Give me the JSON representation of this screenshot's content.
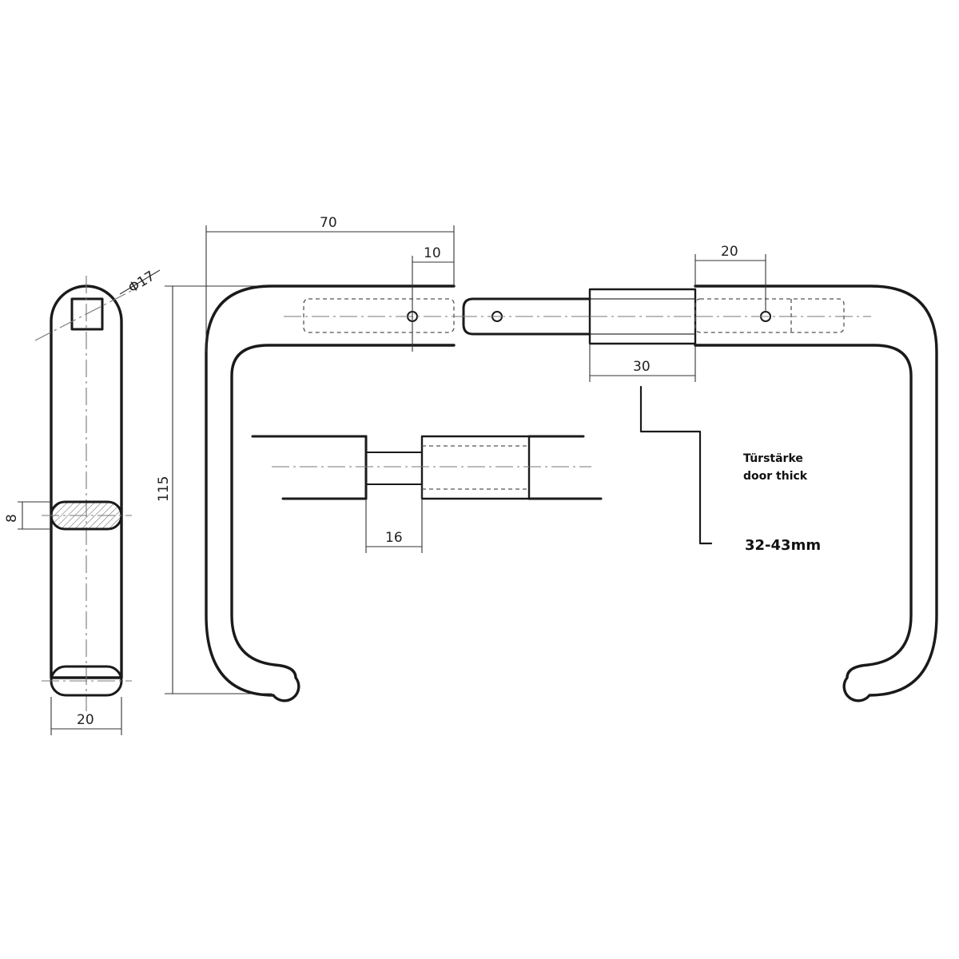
{
  "dimensions": {
    "length_70": "70",
    "offset_10": "10",
    "offset_20": "20",
    "sleeve_30": "30",
    "spindle_16": "16",
    "height_115": "115",
    "thickness_8": "8",
    "width_20": "20",
    "diameter_17": "Φ17"
  },
  "note": {
    "label_de": "Türstärke",
    "label_en": "door thick",
    "range": "32-43mm"
  },
  "colors": {
    "line": "#1a1a1a",
    "hatch": "#555555",
    "background": "#ffffff"
  }
}
